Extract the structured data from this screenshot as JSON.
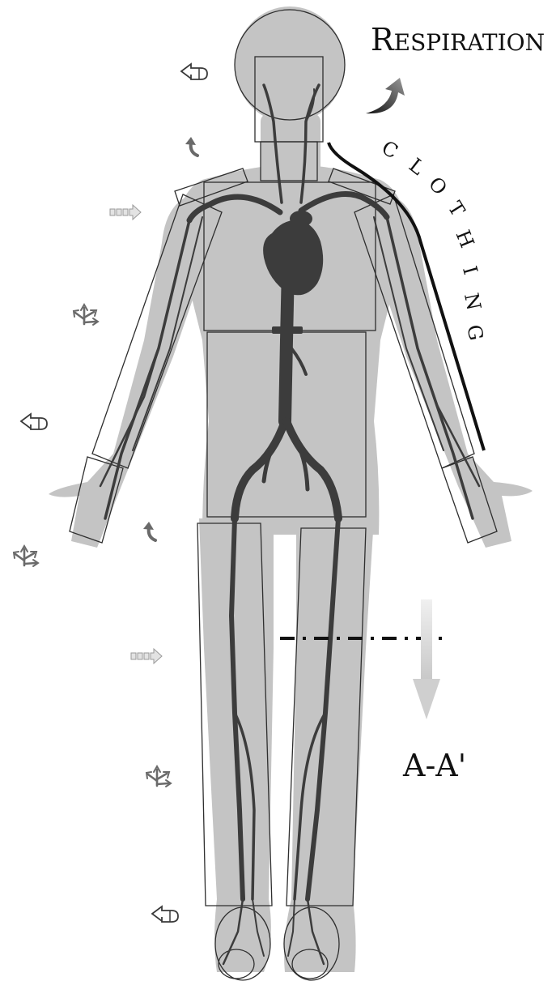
{
  "labels": {
    "respiration": "Respiration",
    "clothing": "CLOTHING",
    "section": "A-A'"
  },
  "colors": {
    "body": "#c4c4c4",
    "vessels": "#3c3c3c",
    "outline": "#2e2e2e",
    "arrow_light": "#dcdcdc",
    "arrow_dark": "#6a6a6a",
    "section_line": "#111111"
  },
  "icons": [
    "radiation-arrow-icon",
    "convection-arrow-icon",
    "conduction-arrow-icon",
    "evaporation-arrow-icon",
    "respiration-arrow-icon",
    "section-direction-arrow-icon"
  ]
}
